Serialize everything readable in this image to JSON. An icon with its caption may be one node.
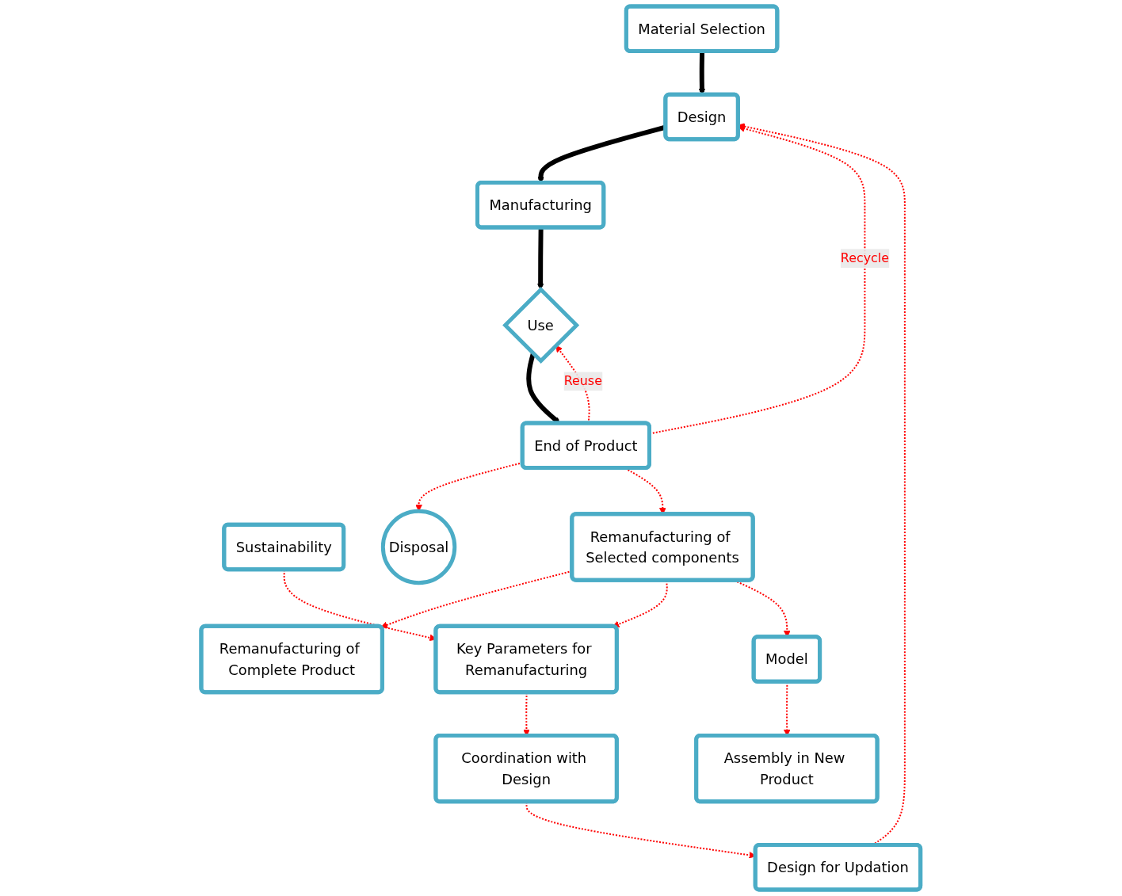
{
  "diagram": {
    "nodes": [
      {
        "text": [
          "Material Selection"
        ]
      },
      {
        "text": [
          "Design for Updation"
        ]
      },
      {
        "text": [
          "Design"
        ]
      },
      {
        "text": [
          "Coordination with Design"
        ]
      },
      {
        "text": [
          "Sustainability"
        ]
      },
      {
        "text": [
          "Manufacturing"
        ]
      },
      {
        "text": [
          "Remanufacturing of Complete Product"
        ]
      },
      {
        "text": [
          "Use"
        ]
      },
      {
        "text": [
          "Key Parameters for Remanufacturing"
        ]
      },
      {
        "text": [
          "Remanufacturing of Selected components"
        ]
      },
      {
        "text": [
          "End of Product"
        ]
      },
      {
        "text": [
          "Assembly in New Product"
        ]
      },
      {
        "text": [
          "Model"
        ]
      },
      {
        "text": [
          "Disposal"
        ]
      }
    ],
    "edges": [
      {
        "from": 0,
        "to": 2,
        "arrow": "to",
        "style": "thick",
        "color": "#000000"
      },
      {
        "from": 2,
        "to": 5,
        "arrow": "to",
        "style": "thick",
        "color": "#000000"
      },
      {
        "from": 5,
        "to": 7,
        "arrow": "to",
        "style": "thick",
        "color": "#000000"
      },
      {
        "from": 7,
        "to": 10,
        "arrow": "to",
        "style": "thick",
        "color": "#000000"
      },
      {
        "from": 1,
        "to": 2,
        "arrow": "to",
        "style": "dashed"
      },
      {
        "from": 10,
        "to": 2,
        "arrow": "to",
        "style": "dashed",
        "label": "Recycle"
      },
      {
        "from": 10,
        "to": 7,
        "arrow": "to",
        "style": "dashed",
        "label": "Reuse"
      },
      {
        "from": 10,
        "to": 13,
        "arrow": "to",
        "style": "dashed"
      },
      {
        "from": 10,
        "to": 9,
        "arrow": "to",
        "style": "dashed"
      },
      {
        "from": 9,
        "to": 6,
        "arrow": "to",
        "style": "dashed"
      },
      {
        "from": 9,
        "to": 8,
        "arrow": "to",
        "style": "dashed"
      },
      {
        "from": 9,
        "to": 12,
        "arrow": "to",
        "style": "dashed"
      },
      {
        "from": 12,
        "to": 11,
        "arrow": "to",
        "style": "dashed"
      },
      {
        "from": 4,
        "to": 8,
        "arrow": "to",
        "style": "dashed"
      },
      {
        "from": 8,
        "to": 3,
        "arrow": "to",
        "style": "dashed"
      },
      {
        "from": 3,
        "to": 1,
        "arrow": "to",
        "style": "dashed"
      }
    ]
  }
}
